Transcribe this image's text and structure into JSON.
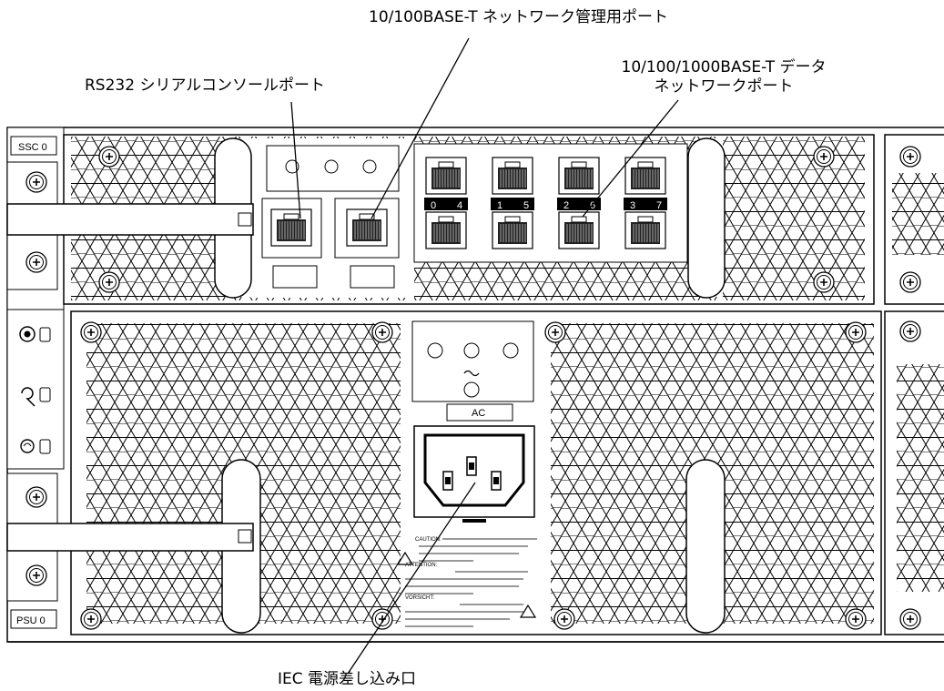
{
  "callouts": {
    "mgmt_port": "10/100BASE-T ネットワーク管理用ポート",
    "serial_port": "RS232 シリアルコンソールポート",
    "data_port_line1": "10/100/1000BASE-T データ",
    "data_port_line2": "ネットワークポート",
    "power_inlet": "IEC 電源差し込み口"
  },
  "panel": {
    "ssc_label": "SSC 0",
    "psu_label": "PSU 0",
    "ac_label": "AC",
    "port_numbers": [
      "0",
      "4",
      "1",
      "5",
      "2",
      "6",
      "3",
      "7"
    ],
    "caution": "CAUTION:",
    "attention": "ATTENTION:",
    "vorsicht": "VORSICHT:"
  },
  "icons": {
    "locate": "locate-icon",
    "service": "wrench-icon",
    "power": "power-ok-icon",
    "dc": "dc-icon",
    "ac": "ac-icon",
    "warning": "warning-triangle-icon",
    "screw": "screw-icon"
  }
}
